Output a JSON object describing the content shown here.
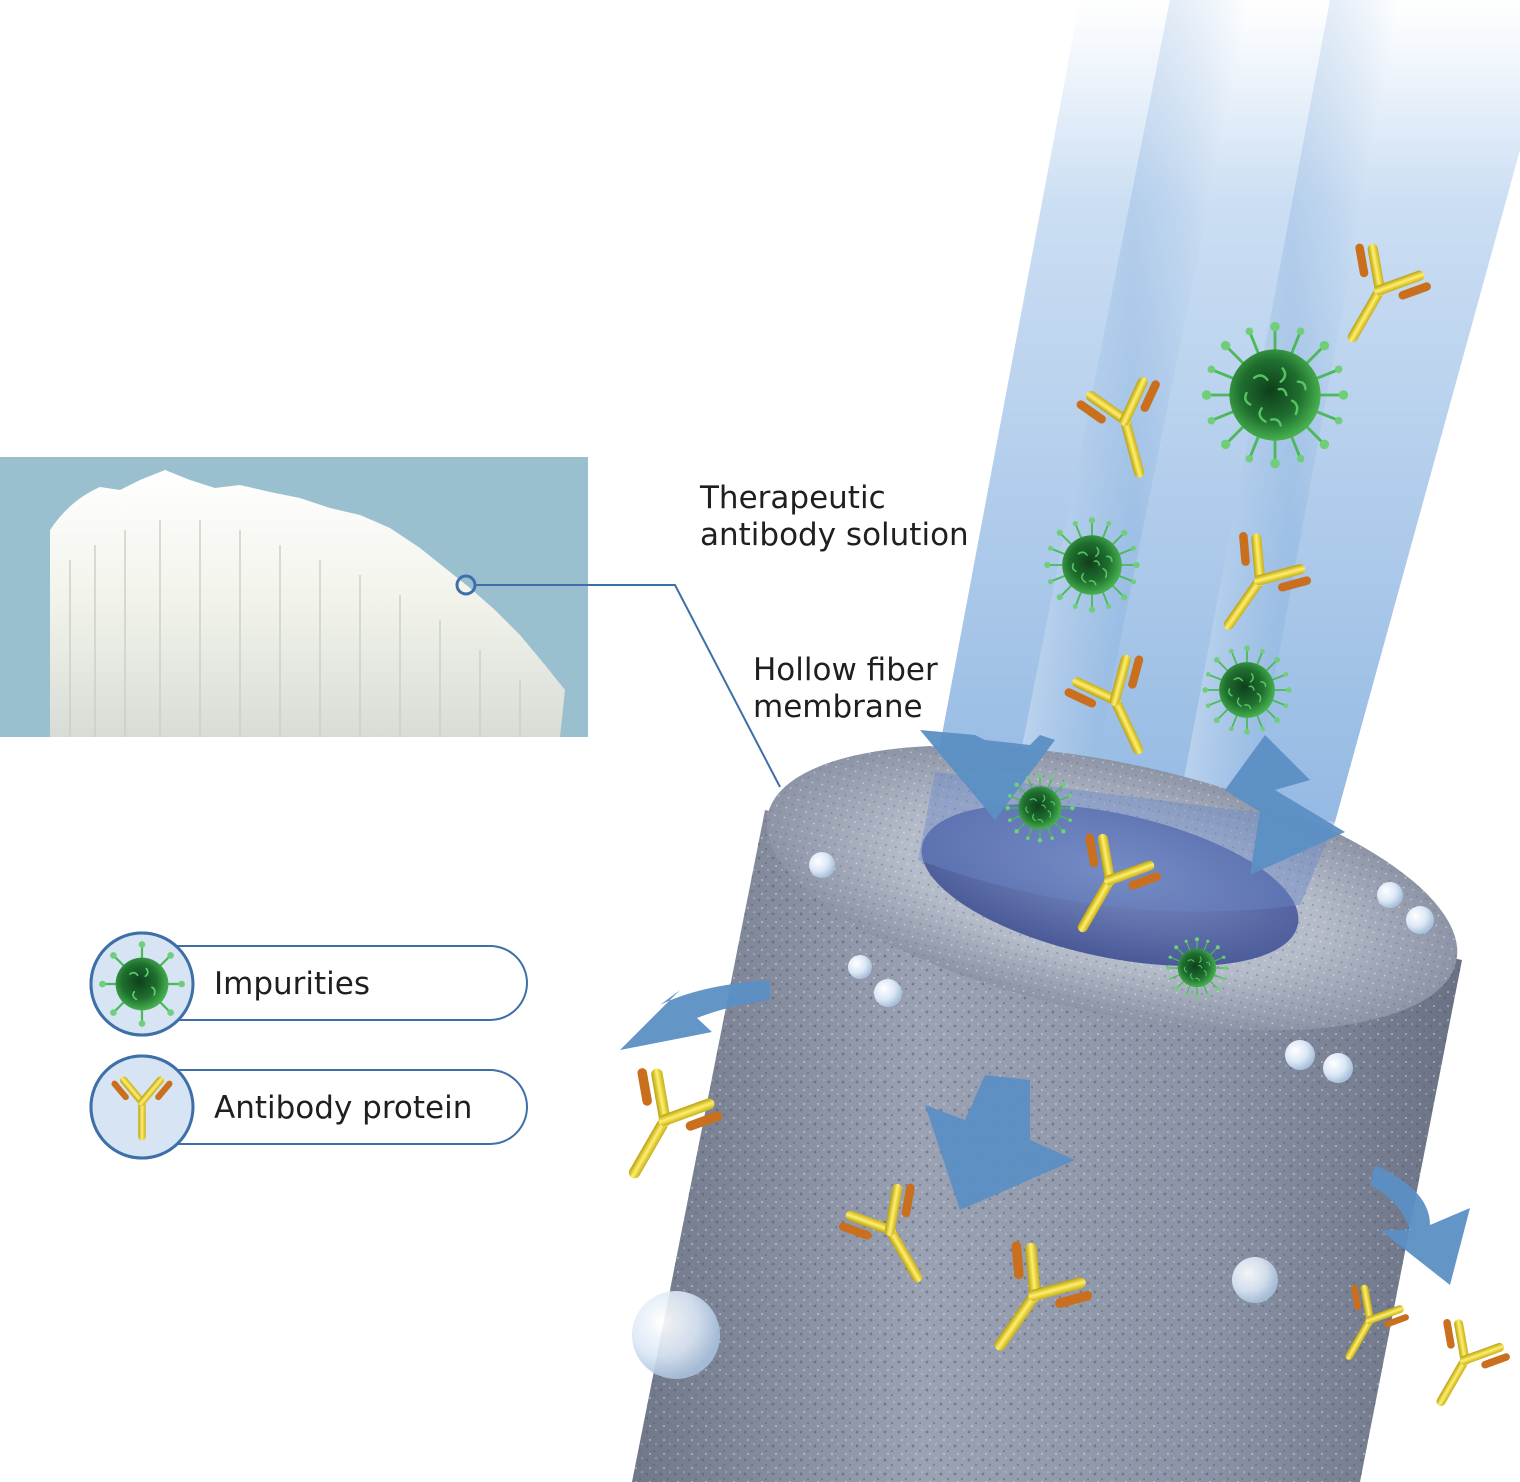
{
  "labels": {
    "solution_line1": "Therapeutic",
    "solution_line2": "antibody solution",
    "membrane_line1": "Hollow fiber",
    "membrane_line2": "membrane"
  },
  "legend": [
    {
      "label": "Impurities",
      "icon": "virus-icon"
    },
    {
      "label": "Antibody protein",
      "icon": "antibody-icon"
    }
  ],
  "colors": {
    "flow_blue": "#5b8fc4",
    "membrane_gray": "#8e96a8",
    "virus_green": "#2f8f3a",
    "antibody_yellow": "#e8d23a",
    "antibody_orange": "#c96f1e",
    "inset_bg": "#9ac0d0",
    "legend_border": "#3e6fa8"
  }
}
